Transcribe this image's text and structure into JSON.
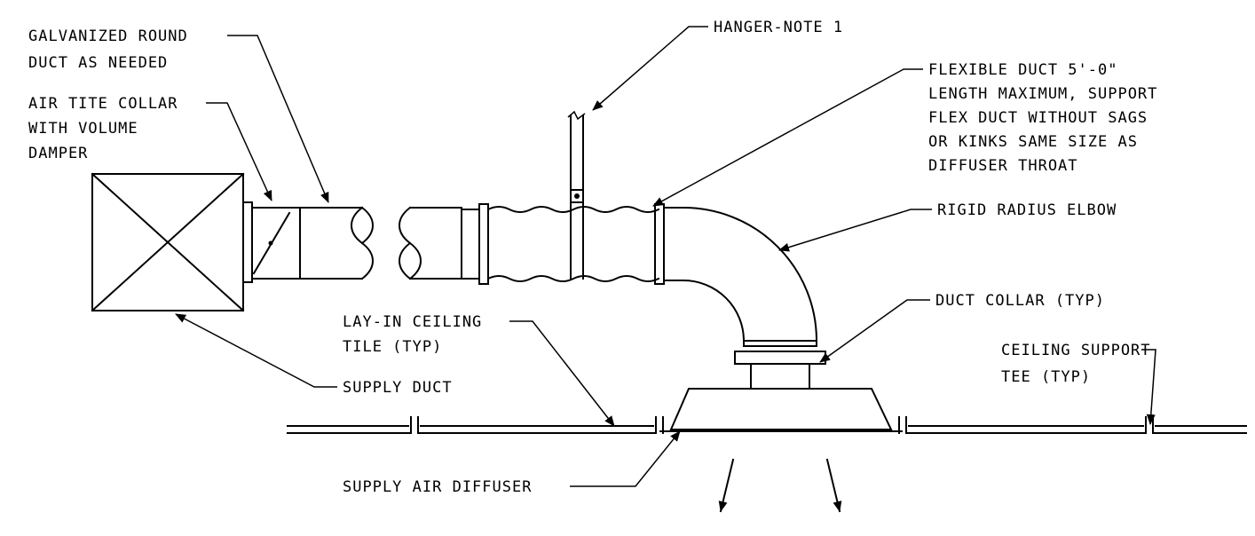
{
  "drawing": {
    "labels": {
      "galvanized_duct": [
        "GALVANIZED ROUND",
        "DUCT AS NEEDED"
      ],
      "air_tite_collar": [
        "AIR TITE COLLAR",
        "WITH  VOLUME",
        "DAMPER"
      ],
      "hanger": [
        "HANGER-NOTE 1"
      ],
      "flexible_duct": [
        "FLEXIBLE DUCT 5'-0\"",
        "LENGTH MAXIMUM,  SUPPORT",
        "FLEX DUCT WITHOUT SAGS",
        "OR  KINKS SAME SIZE AS",
        "DIFFUSER THROAT"
      ],
      "rigid_elbow": [
        "RIGID RADIUS ELBOW"
      ],
      "duct_collar": [
        "DUCT COLLAR (TYP)"
      ],
      "lay_in_tile": [
        "LAY-IN CEILING",
        "TILE (TYP)"
      ],
      "ceiling_tee": [
        "CEILING SUPPORT",
        "TEE (TYP)"
      ],
      "supply_duct": [
        "SUPPLY DUCT"
      ],
      "supply_diffuser": [
        "SUPPLY AIR DIFFUSER"
      ]
    },
    "colors": {
      "line": "#000000",
      "background": "#ffffff"
    }
  }
}
